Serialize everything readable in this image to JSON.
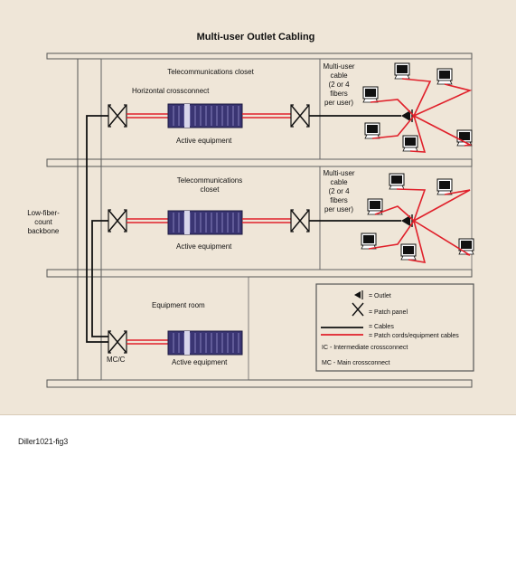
{
  "title": "Multi-user Outlet Cabling",
  "floors": [
    {
      "room_label": "Telecommunications closet",
      "crossconnect_label": "Horizontal crossconnect",
      "equipment_label": "Active equipment",
      "cable_label": [
        "Multi-user",
        "cable",
        "(2 or 4",
        "fibers",
        "per user)"
      ]
    },
    {
      "room_label": [
        "Telecommunications",
        "closet"
      ],
      "equipment_label": "Active equipment",
      "cable_label": [
        "Multi-user",
        "cable",
        "(2 or 4",
        "fibers",
        "per user)"
      ]
    },
    {
      "room_label": "Equipment room",
      "equipment_label": "Active equipment",
      "crossconnect_label": "MC/C"
    }
  ],
  "backbone_label": [
    "Low-fiber-",
    "count",
    "backbone"
  ],
  "legend": [
    {
      "symbol": "outlet",
      "text": "= Outlet"
    },
    {
      "symbol": "patch-panel",
      "text": "= Patch panel"
    },
    {
      "symbol": "cable",
      "text": "= Cables"
    },
    {
      "symbol": "patch-cord",
      "text": "= Patch cords/equipment cables"
    },
    {
      "symbol": "none",
      "text": "IC - Intermediate crossconnect"
    },
    {
      "symbol": "none",
      "text": "MC - Main crossconnect"
    }
  ],
  "colors": {
    "background": "#efe6d8",
    "cable": "#111111",
    "patch_cord": "#e0202a",
    "equipment": "#3a3573"
  },
  "caption": "Diller1021-fig3"
}
